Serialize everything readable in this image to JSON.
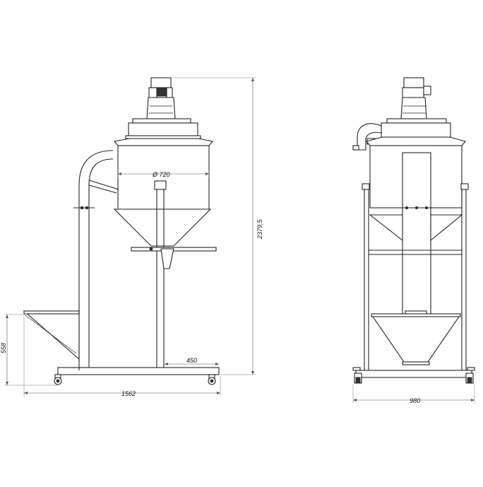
{
  "drawing": {
    "dimensions": {
      "diameter": "Ø 720",
      "height": "2379,5",
      "leg_offset": "450",
      "hopper_height": "558",
      "length": "1562",
      "width": "980"
    }
  }
}
